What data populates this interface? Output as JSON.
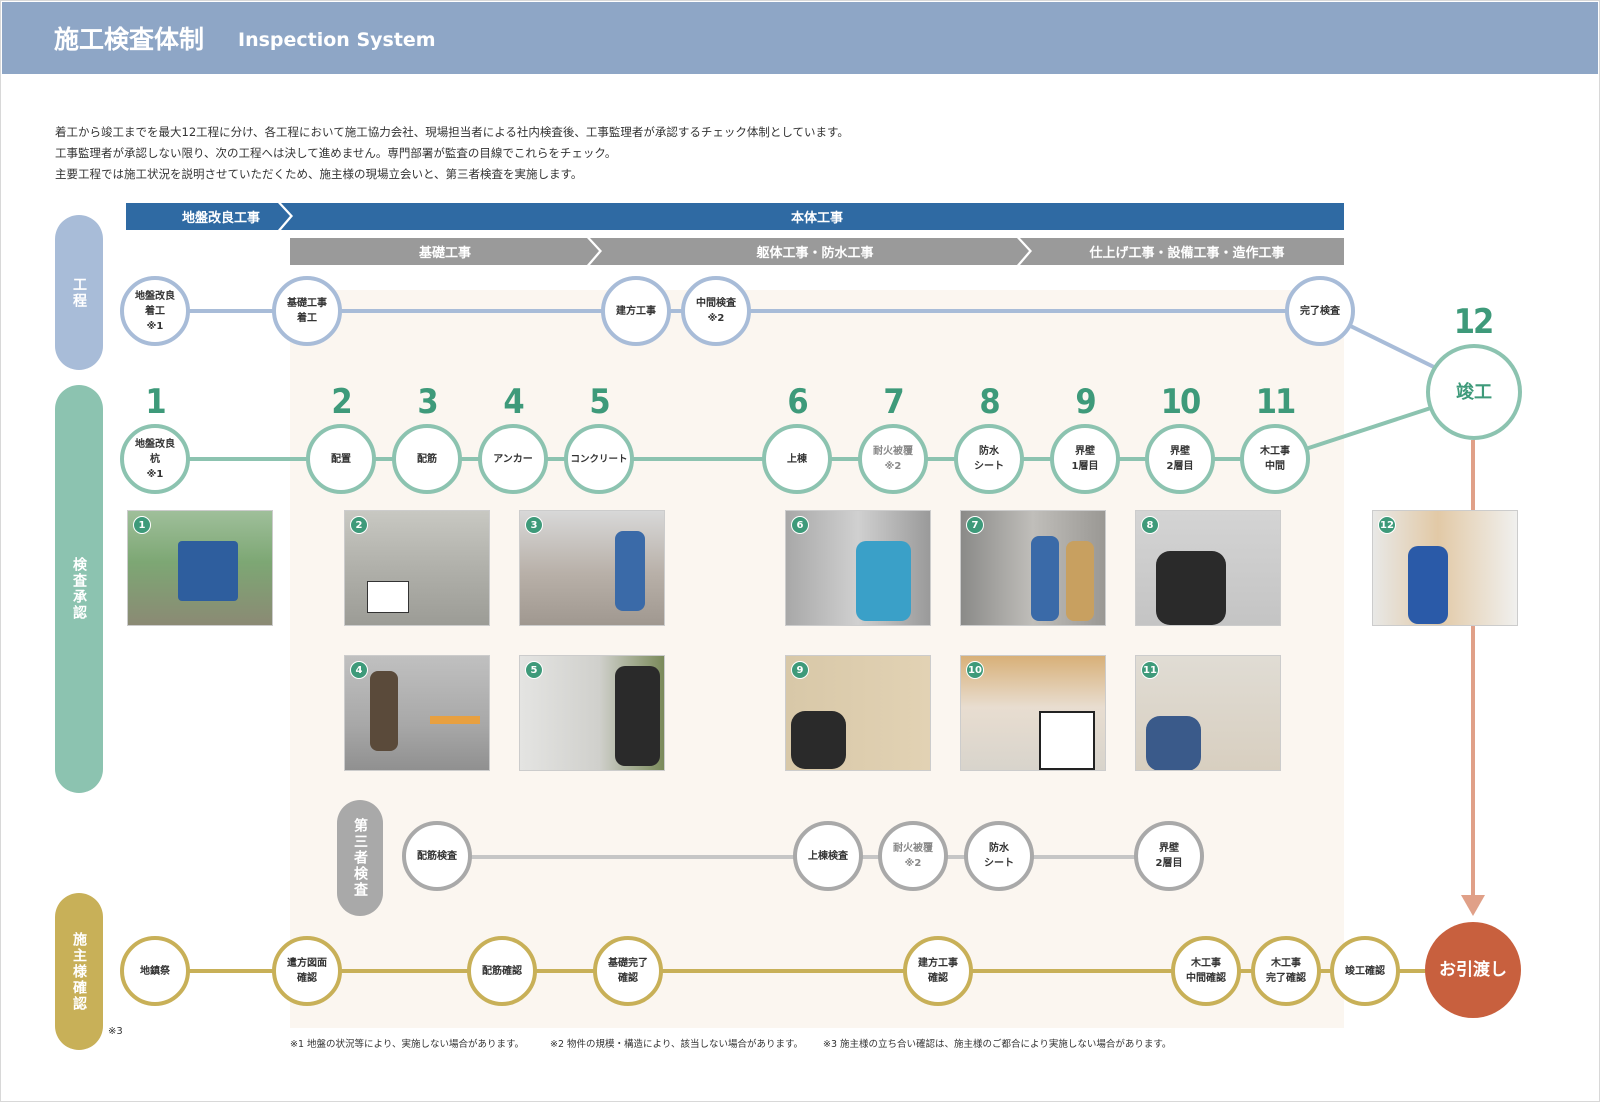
{
  "header": {
    "title_jp": "施工検査体制",
    "title_en": "Inspection System"
  },
  "intro": [
    "着工から竣工までを最大12工程に分け、各工程において施工協力会社、現場担当者による社内検査後、工事監理者が承認するチェック体制としています。",
    "工事監理者が承認しない限り、次の工程へは決して進めません。専門部署が監査の目線でこれらをチェック。",
    "主要工程では施工状況を説明させていただくため、施主様の現場立会いと、第三者検査を実施します。"
  ],
  "phases": {
    "ground": "地盤改良工事",
    "main": "本体工事",
    "foundation": "基礎工事",
    "frame": "躯体工事・防水工事",
    "finish": "仕上げ工事・設備工事・造作工事"
  },
  "lanes": {
    "process": "工程",
    "inspection": "検査承認",
    "third_party": "第三者検査",
    "owner": "施主様確認",
    "owner_note": "※3"
  },
  "process_nodes": [
    "地盤改良\n着工\n※1",
    "基礎工事\n着工",
    "建方工事",
    "中間検査\n※2",
    "完了検査"
  ],
  "inspection_steps": [
    {
      "num": "1",
      "label": "地盤改良\n杭\n※1"
    },
    {
      "num": "2",
      "label": "配置"
    },
    {
      "num": "3",
      "label": "配筋"
    },
    {
      "num": "4",
      "label": "アンカー"
    },
    {
      "num": "5",
      "label": "コンクリート"
    },
    {
      "num": "6",
      "label": "上棟"
    },
    {
      "num": "7",
      "label": "耐火被覆\n※2"
    },
    {
      "num": "8",
      "label": "防水\nシート"
    },
    {
      "num": "9",
      "label": "界壁\n1層目"
    },
    {
      "num": "10",
      "label": "界壁\n2層目"
    },
    {
      "num": "11",
      "label": "木工事\n中間"
    }
  ],
  "completion": {
    "num": "12",
    "label": "竣工"
  },
  "photos": [
    "1",
    "2",
    "3",
    "6",
    "7",
    "8",
    "12",
    "4",
    "5",
    "9",
    "10",
    "11"
  ],
  "third_party_nodes": [
    "配筋検査",
    "上棟検査",
    "耐火被覆\n※2",
    "防水\nシート",
    "界壁\n2層目"
  ],
  "owner_nodes": [
    "地鎮祭",
    "遣方図面\n確認",
    "配筋確認",
    "基礎完了\n確認",
    "建方工事\n確認",
    "木工事\n中間確認",
    "木工事\n完了確認",
    "竣工確認"
  ],
  "handover": "お引渡し",
  "notes": [
    "※1 地盤の状況等により、実施しない場合があります。",
    "※2 物件の規模・構造により、該当しない場合があります。",
    "※3 施主様の立ち合い確認は、施主様のご都合により実施しない場合があります。"
  ],
  "colors": {
    "header": "#8ea6c6",
    "blue_bar": "#2f6aa3",
    "gray_bar": "#9a9a9a",
    "process": "#a8bcd8",
    "inspection": "#8cc3b0",
    "number": "#3e9a7a",
    "third": "#a9a9a9",
    "owner": "#c8b058",
    "handover": "#c8603e",
    "arrow": "#e0a088"
  }
}
